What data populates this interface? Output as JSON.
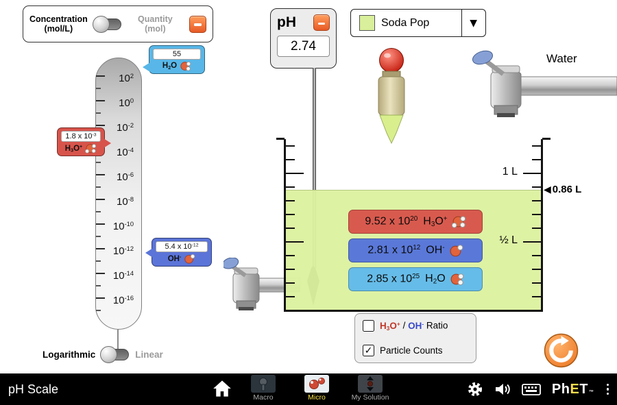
{
  "units_toggle": {
    "left_line1": "Concentration",
    "left_line2": "(mol/L)",
    "right_line1": "Quantity",
    "right_line2": "(mol)"
  },
  "graph": {
    "tick_base": "10",
    "ticks": [
      {
        "exp": "2"
      },
      {
        "exp": "0"
      },
      {
        "exp": "-2"
      },
      {
        "exp": "-4"
      },
      {
        "exp": "-6"
      },
      {
        "exp": "-8"
      },
      {
        "exp": "-10"
      },
      {
        "exp": "-12"
      },
      {
        "exp": "-14"
      },
      {
        "exp": "-16"
      }
    ],
    "h2o_value": "55",
    "h3o_coeff": "1.8 x 10",
    "h3o_exp": "-3",
    "oh_coeff": "5.4 x 10",
    "oh_exp": "-12",
    "log_label": "Logarithmic",
    "linear_label": "Linear"
  },
  "formulas": {
    "h2o_a": "H",
    "h2o_sub": "2",
    "h2o_b": "O",
    "h3o_a": "H",
    "h3o_sub": "3",
    "h3o_b": "O",
    "h3o_sup": "+",
    "oh_a": "OH",
    "oh_sup": "-"
  },
  "ph_meter": {
    "label": "pH",
    "value": "2.74"
  },
  "solution_selector": {
    "selected": "Soda Pop"
  },
  "water_faucet_label": "Water",
  "beaker": {
    "mark_1l": "1 L",
    "mark_half_l": "½ L",
    "volume_readout": "0.86 L",
    "particle_counts": [
      {
        "coeff": "9.52 x 10",
        "exp": "20"
      },
      {
        "coeff": "2.81 x 10",
        "exp": "12"
      },
      {
        "coeff": "2.85 x 10",
        "exp": "25"
      }
    ]
  },
  "view_controls": {
    "ratio_separator": " / ",
    "ratio_word": " Ratio",
    "particle_counts_label": "Particle Counts",
    "check_glyph": "✓"
  },
  "icons": {
    "dropdown_arrow": "▼",
    "volume_pointer": "◀"
  },
  "navbar": {
    "title": "pH Scale",
    "screens": [
      {
        "label": "Macro"
      },
      {
        "label": "Micro"
      },
      {
        "label": "My Solution"
      }
    ],
    "logo_ph": "Ph",
    "logo_e": "E",
    "logo_t": "T",
    "logo_tm": "™"
  },
  "colors": {
    "h3o": "#d85a4e",
    "oh": "#5a78d8",
    "h2o": "#66bce8",
    "solution": "#ddf1a0",
    "accent_orange": "#ed6337",
    "phet_yellow": "#fcdd4c"
  }
}
